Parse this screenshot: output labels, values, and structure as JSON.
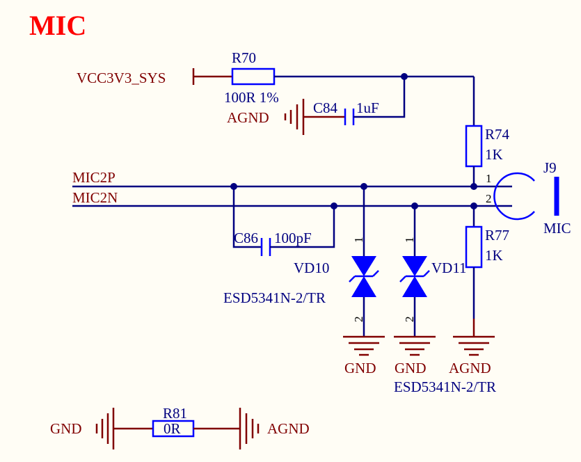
{
  "title": "MIC",
  "colors": {
    "title": "#ff0000",
    "wire": "#000080",
    "power_label": "#800000",
    "component": "#0000ff",
    "ref_text": "#000080"
  },
  "power": {
    "vcc": "VCC3V3_SYS",
    "agnd": "AGND",
    "gnd": "GND"
  },
  "nets": {
    "mic2p": "MIC2P",
    "mic2n": "MIC2N"
  },
  "components": {
    "r70": {
      "ref": "R70",
      "value": "100R 1%"
    },
    "c84": {
      "ref": "C84",
      "value": "1uF"
    },
    "r74": {
      "ref": "R74",
      "value": "1K"
    },
    "r77": {
      "ref": "R77",
      "value": "1K"
    },
    "c86": {
      "ref": "C86",
      "value": "100pF"
    },
    "vd10": {
      "ref": "VD10",
      "value": "ESD5341N-2/TR"
    },
    "vd11": {
      "ref": "VD11",
      "value": "ESD5341N-2/TR"
    },
    "j9": {
      "ref": "J9",
      "value": "MIC",
      "pin1": "1",
      "pin2": "2"
    },
    "r81": {
      "ref": "R81",
      "value": "0R"
    }
  },
  "pin_numbers": {
    "one": "1",
    "two": "2"
  }
}
